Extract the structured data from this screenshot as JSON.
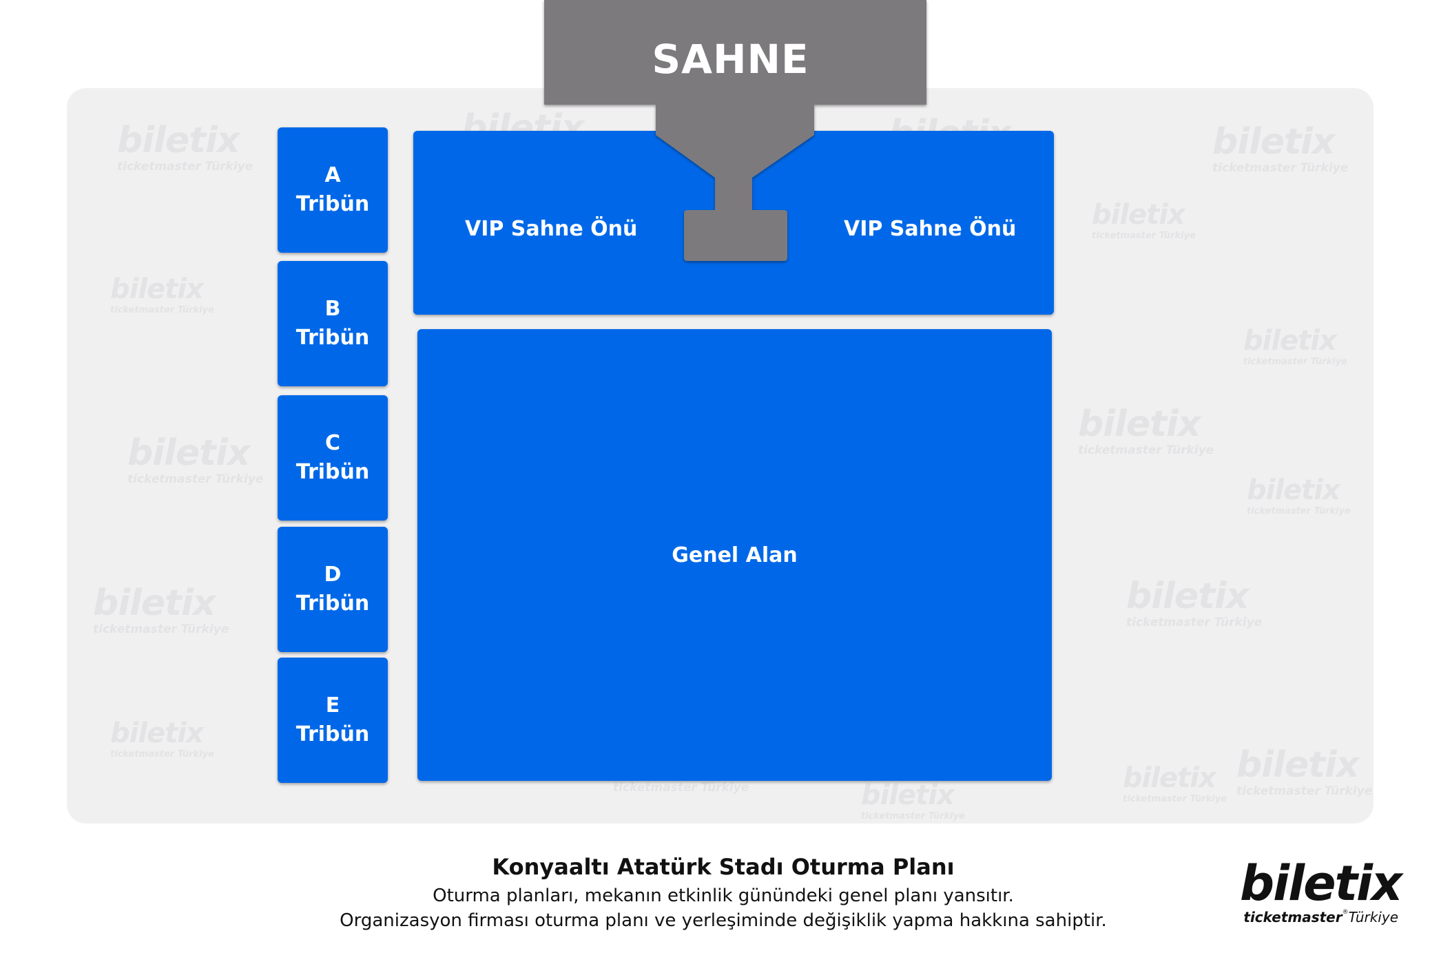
{
  "stage": {
    "label": "SAHNE"
  },
  "tribunes": [
    {
      "letter": "A",
      "word": "Tribün"
    },
    {
      "letter": "B",
      "word": "Tribün"
    },
    {
      "letter": "C",
      "word": "Tribün"
    },
    {
      "letter": "D",
      "word": "Tribün"
    },
    {
      "letter": "E",
      "word": "Tribün"
    }
  ],
  "vip": {
    "left_label": "VIP Sahne Önü",
    "right_label": "VIP Sahne Önü"
  },
  "general": {
    "label": "Genel Alan"
  },
  "caption": {
    "title": "Konyaaltı Atatürk Stadı Oturma Planı",
    "line1": "Oturma planları, mekanın etkinlik günündeki genel planı yansıtır.",
    "line2": "Organizasyon firması oturma planı ve yerleşiminde değişiklik yapma hakkına sahiptir."
  },
  "logo": {
    "brand": "biletix",
    "sub1": "ticketmaster",
    "reg": "®",
    "sub2": "Türkiye"
  },
  "watermark": {
    "brand": "biletix",
    "sub": "ticketmaster Türkiye"
  },
  "colors": {
    "zone": "#0068e8",
    "stage": "#7c7a7d",
    "background": "#f1f0f1"
  }
}
